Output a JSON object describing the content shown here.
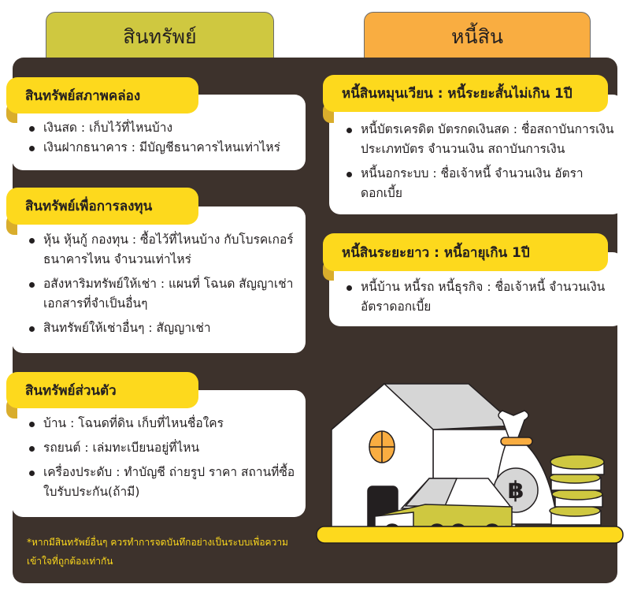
{
  "tabs": {
    "assets": "สินทรัพย์",
    "debts": "หนี้สิน"
  },
  "assets": [
    {
      "title": "สินทรัพย์สภาพคล่อง",
      "items": [
        "เงินสด : เก็บไว้ที่ไหนบ้าง",
        "เงินฝากธนาคาร : มีบัญชีธนาคารไหนเท่าไหร่"
      ]
    },
    {
      "title": "สินทรัพย์เพื่อการลงทุน",
      "items": [
        "หุ้น หุ้นกู้ กองทุน : ซื้อไว้ที่ไหนบ้าง กับโบรคเกอร์ ธนาคารไหน จำนวนเท่าไหร่",
        "อสังหาริมทรัพย์ให้เช่า : แผนที่ โฉนด สัญญาเช่า เอกสารที่จำเป็นอื่นๆ",
        "สินทรัพย์ให้เช่าอื่นๆ : สัญญาเช่า"
      ]
    },
    {
      "title": "สินทรัพย์ส่วนตัว",
      "items": [
        "บ้าน : โฉนดที่ดิน เก็บที่ไหนชื่อใคร",
        "รถยนต์ : เล่มทะเบียนอยู่ที่ไหน",
        "เครื่องประดับ : ทำบัญชี ถ่ายรูป ราคา สถานที่ซื้อ ใบรับประกัน(ถ้ามี)"
      ]
    }
  ],
  "debts": [
    {
      "title": "หนี้สินหมุนเวียน : หนี้ระยะสั้นไม่เกิน 1ปี",
      "items": [
        "หนี้บัตรเครดิต บัตรกดเงินสด : ชื่อสถาบันการเงิน ประเภทบัตร จำนวนเงิน สถาบันการเงิน",
        "หนี้นอกระบบ : ชื่อเจ้าหนี้ จำนวนเงิน  อัตราดอกเบี้ย"
      ]
    },
    {
      "title": "หนี้สินระยะยาว : หนี้อายุเกิน 1ปี",
      "items": [
        "หนี้บ้าน หนี้รถ หนี้ธุรกิจ : ชื่อเจ้าหนี้ จำนวนเงินอัตราดอกเบี้ย"
      ]
    }
  ],
  "note": "*หากมีสินทรัพย์อื่นๆ ควรทำการจดบันทึกอย่างเป็นระบบเพื่อความเข้าใจที่ถูกต้องเท่ากัน",
  "illustration": {
    "currency_symbol": "฿"
  },
  "colors": {
    "assets_tab": "#cfc840",
    "debts_tab": "#f9ad41",
    "panel": "#3d322c",
    "label": "#fdd91d"
  }
}
